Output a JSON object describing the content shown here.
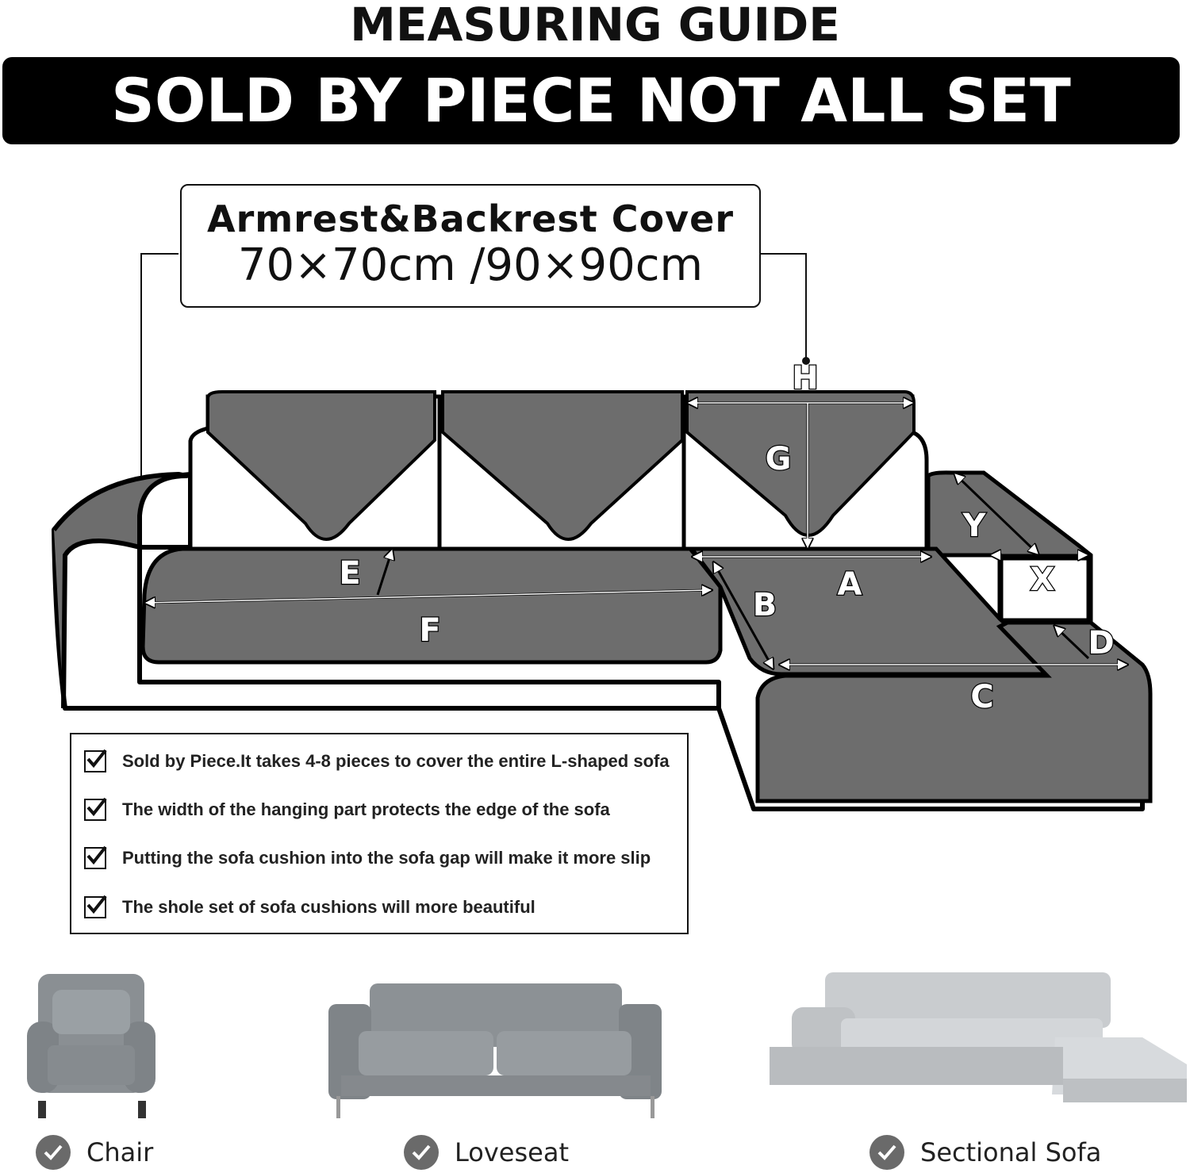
{
  "header": {
    "title": "MEASURING GUIDE",
    "banner": "SOLD BY PIECE NOT ALL SET"
  },
  "cover_box": {
    "title": "Armrest&Backrest Cover",
    "size": "70×70cm /90×90cm"
  },
  "dimension_labels": [
    "H",
    "G",
    "Y",
    "X",
    "E",
    "A",
    "B",
    "F",
    "D",
    "C"
  ],
  "notes": [
    "Sold by Piece.It takes 4-8 pieces to cover the entire L-shaped sofa",
    "The width of the hanging part protects the edge of the sofa",
    "Putting the sofa cushion into the sofa gap will make it more slip",
    "The shole set of sofa cushions will more beautiful"
  ],
  "sofa_types": [
    {
      "label": "Chair",
      "icon": "chair-icon"
    },
    {
      "label": "Loveseat",
      "icon": "loveseat-icon"
    },
    {
      "label": "Sectional Sofa",
      "icon": "sectional-sofa-icon"
    }
  ],
  "colors": {
    "cover_gray": "#6d6d6d",
    "outline": "#000000",
    "banner_bg": "#000000",
    "banner_text": "#ffffff"
  }
}
